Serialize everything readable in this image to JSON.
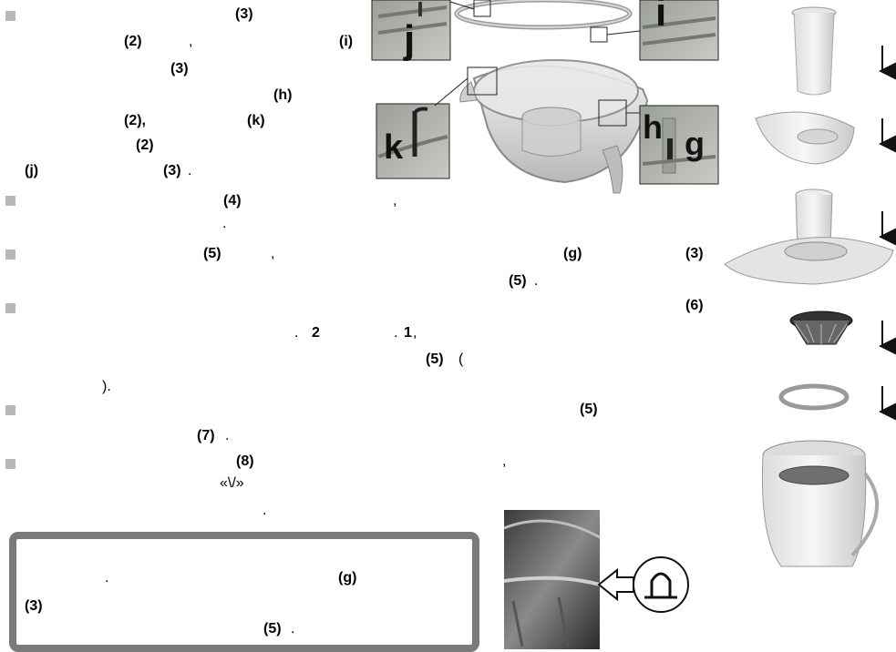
{
  "text": {
    "l01_ref": "(3)",
    "l02_ref_a": "(2)",
    "l02_comma": ",",
    "l02_ref_b": "(i)",
    "l03_ref": "(3)",
    "l04_ref": "(h)",
    "l05_ref_a": "(2),",
    "l05_ref_b": "(k)",
    "l06_ref": "(2)",
    "l07_ref_a": "(j)",
    "l07_ref_b": "(3)",
    "l07_dot": ".",
    "s2_ref": "(4)",
    "s2_comma": ",",
    "s2_dot": ".",
    "s3_ref_a": "(5)",
    "s3_comma": ",",
    "s3_ref_b": "(g)",
    "s3_ref_c": "(3)",
    "s3_ref_d": "(5)",
    "s3_dot": ".",
    "s4_ref_a": "(6)",
    "s4_dot_a": ".",
    "s4_num_a": "2",
    "s4_dot_b": ".",
    "s4_num_b": "1",
    "s4_comma": ",",
    "s4_ref_b": "(5)",
    "s4_paren_open": "(",
    "s4_paren_close": ").",
    "s5_ref_a": "(5)",
    "s5_ref_b": "(7)",
    "s5_dot": ".",
    "s6_ref": "(8)",
    "s6_comma": ",",
    "s6_symbol": "«\\/»",
    "s6_dot": ".",
    "note_dot": ".",
    "note_ref_a": "(g)",
    "note_ref_b": "(3)",
    "note_ref_c": "(5)",
    "note_end_dot": "."
  },
  "callouts": {
    "j_top": "j",
    "i": "i",
    "k": "k",
    "h": "h",
    "g": "g"
  },
  "colors": {
    "bullet": "#b8b8b8",
    "note_border": "#7a7a7a"
  }
}
